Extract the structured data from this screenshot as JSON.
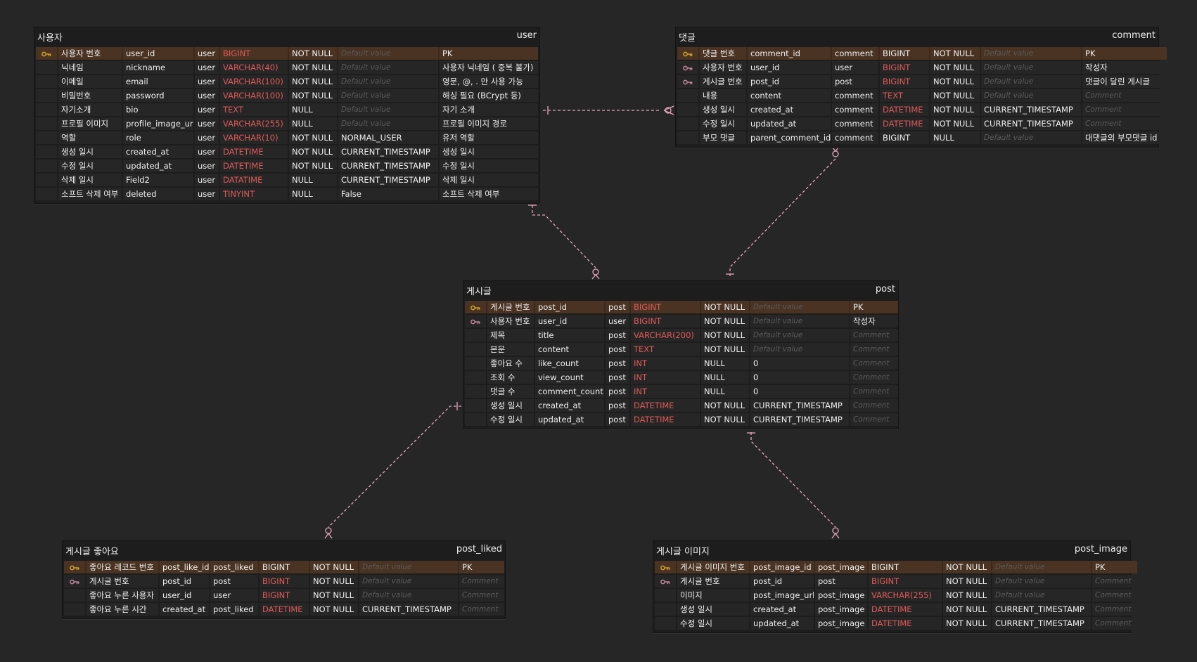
{
  "colors": {
    "background": "#262626",
    "table_bg": "#1d1d1d",
    "pk_row": "#4a3322",
    "type_red": "#e05a5a",
    "link": "#e7a6bf",
    "pk_icon": "#d9a826",
    "fk_icon": "#c98aa4"
  },
  "placeholders": {
    "default_value": "Default value",
    "comment": "Comment"
  },
  "tables": [
    {
      "id": "user",
      "logical": "사용자",
      "physical": "user",
      "rows": [
        {
          "key": "pk",
          "lname": "사용자 번호",
          "pname": "user_id",
          "owner": "user",
          "type": "BIGINT",
          "type_red": true,
          "nullable": "NOT NULL",
          "default": "",
          "comment": "PK"
        },
        {
          "key": "",
          "lname": "닉네임",
          "pname": "nickname",
          "owner": "user",
          "type": "VARCHAR(40)",
          "type_red": true,
          "nullable": "NOT NULL",
          "default": "",
          "comment": "사용자 닉네임 ( 중복 불가)"
        },
        {
          "key": "",
          "lname": "이메일",
          "pname": "email",
          "owner": "user",
          "type": "VARCHAR(100)",
          "type_red": true,
          "nullable": "NOT NULL",
          "default": "",
          "comment": "영문, @, . 만 사용 가능"
        },
        {
          "key": "",
          "lname": "비밀번호",
          "pname": "password",
          "owner": "user",
          "type": "VARCHAR(100)",
          "type_red": true,
          "nullable": "NOT NULL",
          "default": "",
          "comment": "해싱 필요 (BCrypt 등)"
        },
        {
          "key": "",
          "lname": "자기소개",
          "pname": "bio",
          "owner": "user",
          "type": "TEXT",
          "type_red": true,
          "nullable": "NULL",
          "default": "",
          "comment": "자기 소개"
        },
        {
          "key": "",
          "lname": "프로필 이미지",
          "pname": "profile_image_url",
          "owner": "user",
          "type": "VARCHAR(255)",
          "type_red": true,
          "nullable": "NULL",
          "default": "",
          "comment": "프로필 이미지 경로"
        },
        {
          "key": "",
          "lname": "역할",
          "pname": "role",
          "owner": "user",
          "type": "VARCHAR(10)",
          "type_red": true,
          "nullable": "NOT NULL",
          "default": "NORMAL_USER",
          "comment": "유저 역할"
        },
        {
          "key": "",
          "lname": "생성 일시",
          "pname": "created_at",
          "owner": "user",
          "type": "DATETIME",
          "type_red": true,
          "nullable": "NOT NULL",
          "default": "CURRENT_TIMESTAMP",
          "comment": "생성 일시"
        },
        {
          "key": "",
          "lname": "수정 일시",
          "pname": "updated_at",
          "owner": "user",
          "type": "DATETIME",
          "type_red": true,
          "nullable": "NOT NULL",
          "default": "CURRENT_TIMESTAMP",
          "comment": "수정 일시"
        },
        {
          "key": "",
          "lname": "삭제 일시",
          "pname": "Field2",
          "owner": "user",
          "type": "DATATIME",
          "type_red": true,
          "nullable": "NULL",
          "default": "CURRENT_TIMESTAMP",
          "comment": "삭제 일시"
        },
        {
          "key": "",
          "lname": "소프트 삭제 여부",
          "pname": "deleted",
          "owner": "user",
          "type": "TINYINT",
          "type_red": true,
          "nullable": "NULL",
          "default": "False",
          "comment": "소프트 삭제 여부"
        }
      ]
    },
    {
      "id": "comment",
      "logical": "댓글",
      "physical": "comment",
      "rows": [
        {
          "key": "pk",
          "lname": "댓글 번호",
          "pname": "comment_id",
          "owner": "comment",
          "type": "BIGINT",
          "type_red": false,
          "nullable": "NOT NULL",
          "default": "",
          "comment": "PK"
        },
        {
          "key": "fk",
          "lname": "사용자 번호",
          "pname": "user_id",
          "owner": "user",
          "type": "BIGINT",
          "type_red": true,
          "nullable": "NOT NULL",
          "default": "",
          "comment": "작성자"
        },
        {
          "key": "fk",
          "lname": "게시글 번호",
          "pname": "post_id",
          "owner": "post",
          "type": "BIGINT",
          "type_red": true,
          "nullable": "NOT NULL",
          "default": "",
          "comment": "댓글이 달린 게시글"
        },
        {
          "key": "",
          "lname": "내용",
          "pname": "content",
          "owner": "comment",
          "type": "TEXT",
          "type_red": true,
          "nullable": "NOT NULL",
          "default": "",
          "comment": ""
        },
        {
          "key": "",
          "lname": "생성 일시",
          "pname": "created_at",
          "owner": "comment",
          "type": "DATETIME",
          "type_red": true,
          "nullable": "NOT NULL",
          "default": "CURRENT_TIMESTAMP",
          "comment": ""
        },
        {
          "key": "",
          "lname": "수정 일시",
          "pname": "updated_at",
          "owner": "comment",
          "type": "DATETIME",
          "type_red": true,
          "nullable": "NOT NULL",
          "default": "CURRENT_TIMESTAMP",
          "comment": ""
        },
        {
          "key": "",
          "lname": "부모 댓글",
          "pname": "parent_comment_id",
          "owner": "comment",
          "type": "BIGINT",
          "type_red": false,
          "nullable": "NULL",
          "default": "",
          "comment": "대댓글의 부모댓글 id"
        }
      ]
    },
    {
      "id": "post",
      "logical": "게시글",
      "physical": "post",
      "rows": [
        {
          "key": "pk",
          "lname": "게시글 번호",
          "pname": "post_id",
          "owner": "post",
          "type": "BIGINT",
          "type_red": true,
          "nullable": "NOT NULL",
          "default": "",
          "comment": "PK"
        },
        {
          "key": "fk",
          "lname": "사용자 번호",
          "pname": "user_id",
          "owner": "user",
          "type": "BIGINT",
          "type_red": true,
          "nullable": "NOT NULL",
          "default": "",
          "comment": "작성자"
        },
        {
          "key": "",
          "lname": "제목",
          "pname": "title",
          "owner": "post",
          "type": "VARCHAR(200)",
          "type_red": true,
          "nullable": "NOT NULL",
          "default": "",
          "comment": ""
        },
        {
          "key": "",
          "lname": "본문",
          "pname": "content",
          "owner": "post",
          "type": "TEXT",
          "type_red": true,
          "nullable": "NOT NULL",
          "default": "",
          "comment": ""
        },
        {
          "key": "",
          "lname": "좋아요 수",
          "pname": "like_count",
          "owner": "post",
          "type": "INT",
          "type_red": true,
          "nullable": "NULL",
          "default": "0",
          "comment": ""
        },
        {
          "key": "",
          "lname": "조회 수",
          "pname": "view_count",
          "owner": "post",
          "type": "INT",
          "type_red": true,
          "nullable": "NULL",
          "default": "0",
          "comment": ""
        },
        {
          "key": "",
          "lname": "댓글 수",
          "pname": "comment_count",
          "owner": "post",
          "type": "INT",
          "type_red": true,
          "nullable": "NULL",
          "default": "0",
          "comment": ""
        },
        {
          "key": "",
          "lname": "생성 일시",
          "pname": "created_at",
          "owner": "post",
          "type": "DATETIME",
          "type_red": true,
          "nullable": "NOT NULL",
          "default": "CURRENT_TIMESTAMP",
          "comment": ""
        },
        {
          "key": "",
          "lname": "수정 일시",
          "pname": "updated_at",
          "owner": "post",
          "type": "DATETIME",
          "type_red": true,
          "nullable": "NOT NULL",
          "default": "CURRENT_TIMESTAMP",
          "comment": ""
        }
      ]
    },
    {
      "id": "post_liked",
      "logical": "게시글 좋아요",
      "physical": "post_liked",
      "rows": [
        {
          "key": "pk",
          "lname": "좋아요 레코드 번호",
          "pname": "post_like_id",
          "owner": "post_liked",
          "type": "BIGINT",
          "type_red": false,
          "nullable": "NOT NULL",
          "default": "",
          "comment": "PK"
        },
        {
          "key": "fk",
          "lname": "게시글 번호",
          "pname": "post_id",
          "owner": "post",
          "type": "BIGINT",
          "type_red": true,
          "nullable": "NOT NULL",
          "default": "",
          "comment": ""
        },
        {
          "key": "",
          "lname": "좋아요 누른 사용자",
          "pname": "user_id",
          "owner": "user",
          "type": "BIGINT",
          "type_red": true,
          "nullable": "NOT NULL",
          "default": "",
          "comment": ""
        },
        {
          "key": "",
          "lname": "좋아요 누른 시간",
          "pname": "created_at",
          "owner": "post_liked",
          "type": "DATETIME",
          "type_red": true,
          "nullable": "NOT NULL",
          "default": "CURRENT_TIMESTAMP",
          "comment": ""
        }
      ]
    },
    {
      "id": "post_image",
      "logical": "게시글 이미지",
      "physical": "post_image",
      "rows": [
        {
          "key": "pk",
          "lname": "게시글 이미지 번호",
          "pname": "post_image_id",
          "owner": "post_image",
          "type": "BIGINT",
          "type_red": false,
          "nullable": "NOT NULL",
          "default": "",
          "comment": "PK"
        },
        {
          "key": "fk",
          "lname": "게시글 번호",
          "pname": "post_id",
          "owner": "post",
          "type": "BIGINT",
          "type_red": true,
          "nullable": "NOT NULL",
          "default": "",
          "comment": ""
        },
        {
          "key": "",
          "lname": "이미지",
          "pname": "post_image_url",
          "owner": "post_image",
          "type": "VARCHAR(255)",
          "type_red": true,
          "nullable": "NOT NULL",
          "default": "",
          "comment": ""
        },
        {
          "key": "",
          "lname": "생성 일시",
          "pname": "created_at",
          "owner": "post_image",
          "type": "DATETIME",
          "type_red": true,
          "nullable": "NOT NULL",
          "default": "CURRENT_TIMESTAMP",
          "comment": ""
        },
        {
          "key": "",
          "lname": "수정 일시",
          "pname": "updated_at",
          "owner": "post_image",
          "type": "DATETIME",
          "type_red": true,
          "nullable": "NOT NULL",
          "default": "CURRENT_TIMESTAMP",
          "comment": ""
        }
      ]
    }
  ],
  "relationships": [
    {
      "from": "user",
      "to": "comment",
      "cardinality": "one-to-zero-or-many"
    },
    {
      "from": "user",
      "to": "post",
      "cardinality": "one-to-zero-or-many"
    },
    {
      "from": "post",
      "to": "comment",
      "cardinality": "one-to-zero-or-many"
    },
    {
      "from": "post",
      "to": "post_liked",
      "cardinality": "one-to-zero-or-many"
    },
    {
      "from": "post",
      "to": "post_image",
      "cardinality": "one-to-zero-or-many"
    }
  ]
}
